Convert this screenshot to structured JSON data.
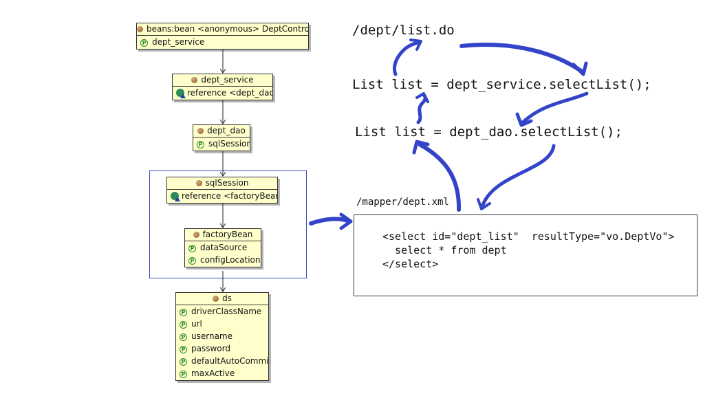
{
  "beans": {
    "controller": {
      "title": "beans:bean <anonymous> DeptController",
      "props": [
        "dept_service"
      ]
    },
    "service": {
      "title": "dept_service",
      "refs": [
        "reference <dept_dao>"
      ]
    },
    "dao": {
      "title": "dept_dao",
      "props": [
        "sqlSession"
      ]
    },
    "sqlSession": {
      "title": "sqlSession",
      "refs": [
        "reference <factoryBean>"
      ]
    },
    "factory": {
      "title": "factoryBean",
      "props": [
        "dataSource",
        "configLocation"
      ]
    },
    "ds": {
      "title": "ds",
      "props": [
        "driverClassName",
        "url",
        "username",
        "password",
        "defaultAutoCommit",
        "maxActive"
      ]
    }
  },
  "code": {
    "url": "/dept/list.do",
    "service_call": "List list = dept_service.selectList();",
    "dao_call": "List list = dept_dao.selectList();",
    "mapper_path": "/mapper/dept.xml"
  },
  "mapper_xml": {
    "line1": "<select id=\"dept_list\"  resultType=\"vo.DeptVo\">",
    "line2": "  select * from dept",
    "line3": "</select>"
  },
  "colors": {
    "bean_fill": "#ffffcc",
    "arrow_blue": "#3344c8",
    "group_border": "#3b4bbd"
  }
}
